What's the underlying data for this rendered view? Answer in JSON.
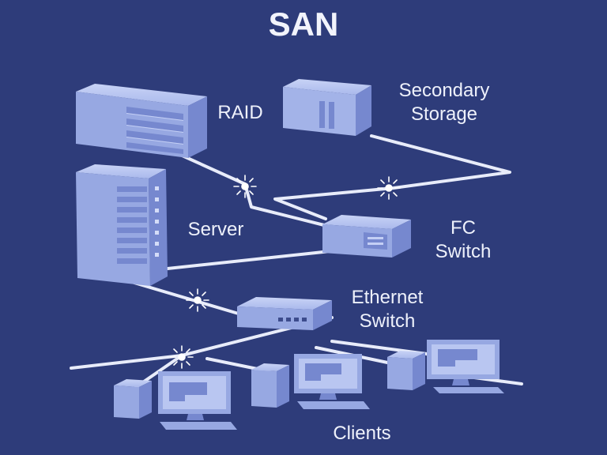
{
  "title": "SAN",
  "labels": {
    "raid": "RAID",
    "secondary_storage": "Secondary\nStorage",
    "server": "Server",
    "fc_switch": "FC\nSwitch",
    "ethernet_switch": "Ethernet\nSwitch",
    "clients": "Clients"
  },
  "colors": {
    "background": "#2e3c7a",
    "device_light": "#b6c4f0",
    "device_mid": "#97a8e2",
    "device_dark": "#7688cf",
    "cable": "#e8ecfa",
    "text": "#eef1fb"
  }
}
